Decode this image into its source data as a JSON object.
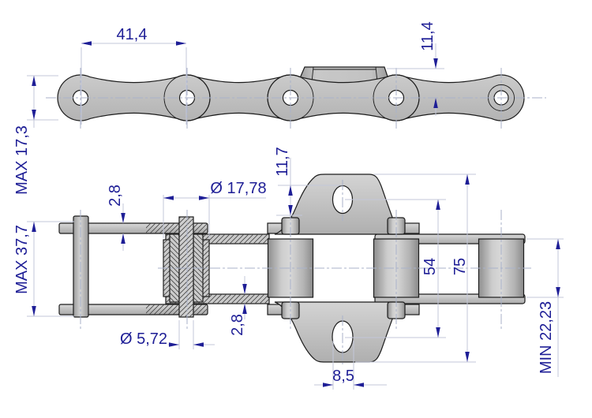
{
  "drawing": {
    "type": "technical-drawing",
    "subject": "agricultural roller chain with bent attachments, two orthographic views",
    "side_view": {
      "pitch": "41,4",
      "plate_height": "MAX 17,3",
      "attachment_height": "11,4"
    },
    "front_view": {
      "pin_length": "MAX 37,7",
      "roller_diameter": "Ø 17,78",
      "pin_diameter": "Ø 5,72",
      "outer_plate_thickness": "2,8",
      "inner_plate_thickness": "2,8",
      "attachment_hole_offset": "11,7",
      "attachment_hole_spacing": "54",
      "attachment_overall_height": "75",
      "inner_width": "MIN 22,23",
      "attachment_hole_width": "8,5"
    },
    "colors": {
      "dimension_text": "#1e1e96",
      "dimension_line": "#c3c7d9",
      "centerline": "#a9b2ca",
      "part_fill": "#c4c4c4",
      "outline": "#1c1c1c",
      "background": "#ffffff"
    }
  }
}
